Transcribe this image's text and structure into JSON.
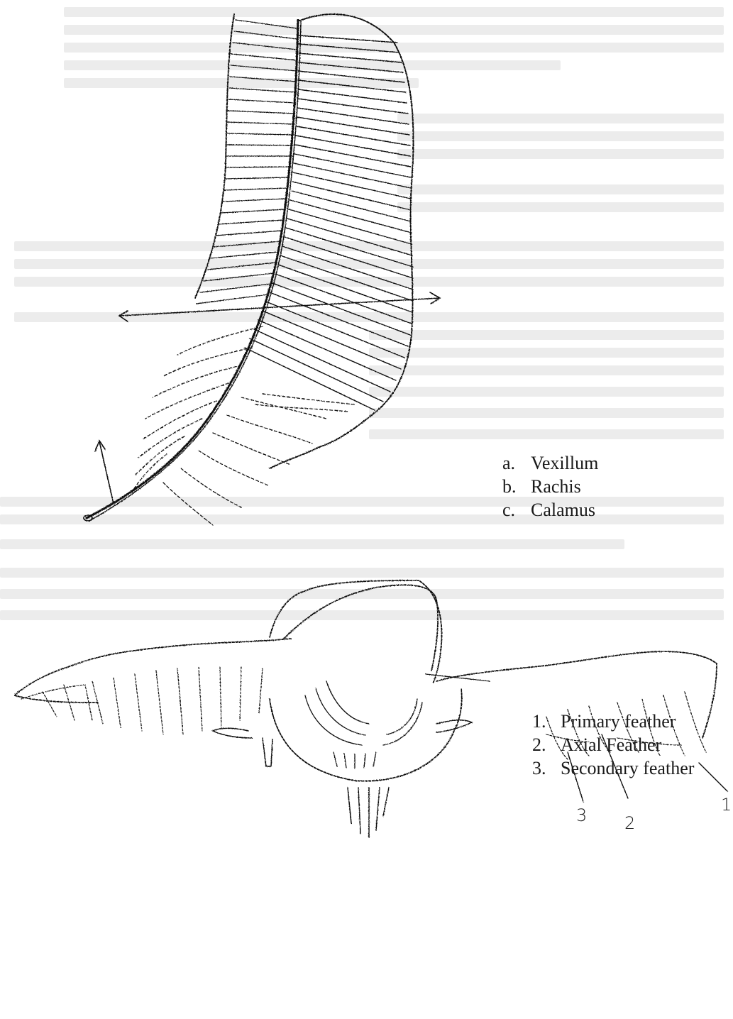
{
  "feather_diagram": {
    "legend": [
      {
        "marker": "a.",
        "label": "Vexillum"
      },
      {
        "marker": "b.",
        "label": "Rachis"
      },
      {
        "marker": "c.",
        "label": "Calamus"
      }
    ]
  },
  "wing_diagram": {
    "callout_numbers": [
      "3",
      "2",
      "1"
    ],
    "legend": [
      {
        "marker": "1.",
        "label": "Primary feather"
      },
      {
        "marker": "2.",
        "label": "Axial Feather"
      },
      {
        "marker": "3.",
        "label": "Secondary feather"
      }
    ]
  }
}
